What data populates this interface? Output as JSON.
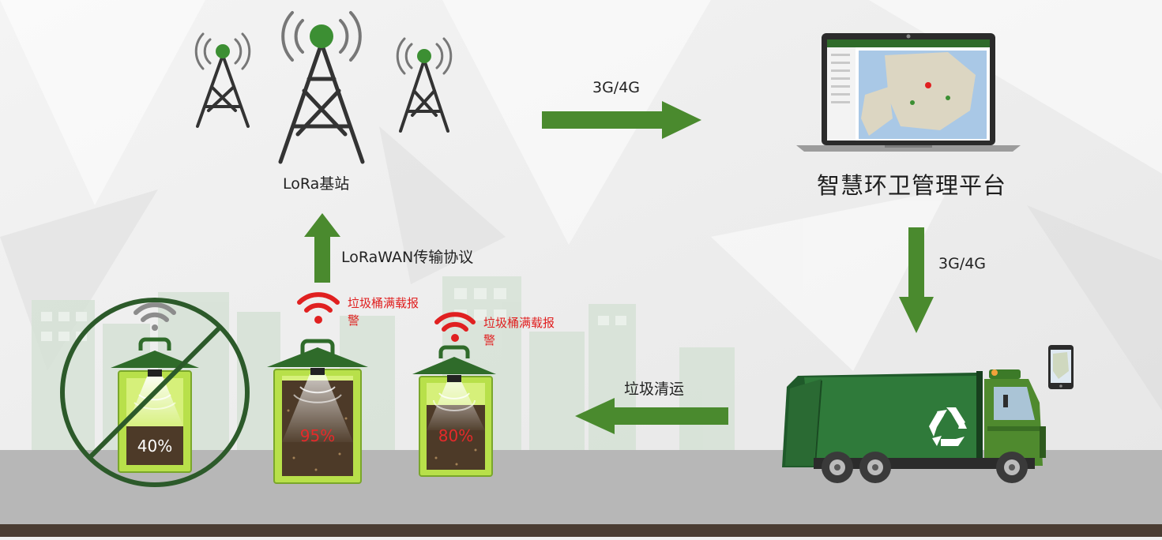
{
  "nodes": {
    "base_station": "LoRa基站",
    "platform": "智慧环卫管理平台"
  },
  "links": {
    "uplink_protocol": "LoRaWAN传输协议",
    "station_to_platform": "3G/4G",
    "platform_to_truck": "3G/4G",
    "truck_to_bins": "垃圾清运"
  },
  "bins": [
    {
      "fill": "40%",
      "fill_level": 0.4,
      "alarm": "",
      "signal": "inactive"
    },
    {
      "fill": "95%",
      "fill_level": 0.95,
      "alarm": "垃圾桶满载报警",
      "signal": "alarm"
    },
    {
      "fill": "80%",
      "fill_level": 0.8,
      "alarm": "垃圾桶满载报警",
      "signal": "alarm"
    }
  ],
  "colors": {
    "arrow_green": "#4a8a2e",
    "bin_lid": "#2f6b2a",
    "bin_body": "#b8e04a",
    "alarm_red": "#e02020",
    "truck_green": "#2f7a3a",
    "road": "#b7b7b7",
    "curb": "#4a3c32"
  },
  "icons": [
    "tower-icon",
    "wifi-icon",
    "recycle-icon",
    "laptop-icon",
    "phone-icon",
    "no-signal-icon"
  ]
}
